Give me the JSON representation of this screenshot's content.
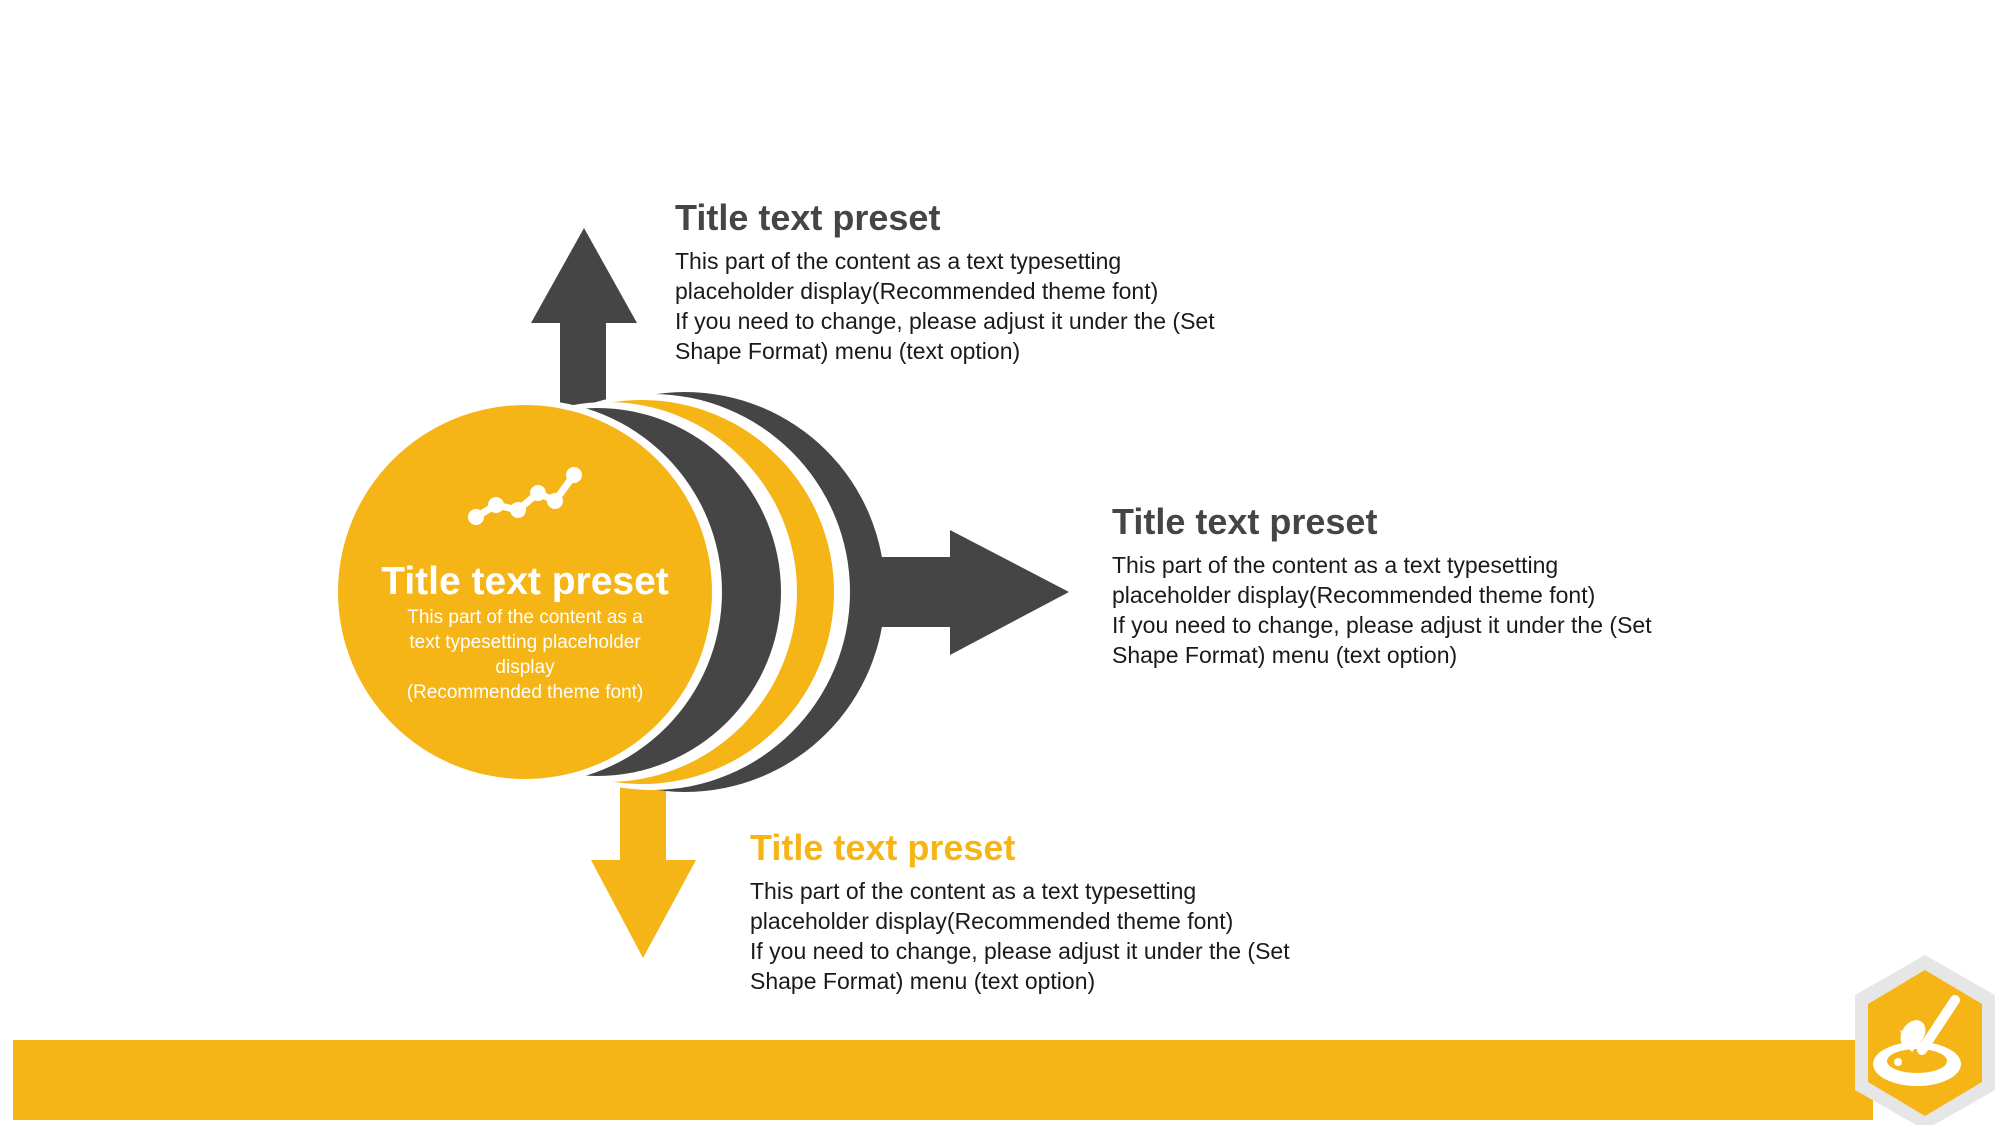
{
  "colors": {
    "accent": "#f5b517",
    "dark": "#454545",
    "body_text": "#1a1a1a",
    "background": "#ffffff"
  },
  "icons": {
    "center": "trend-line-icon",
    "logo": "honey-dipper-icon"
  },
  "center": {
    "title": "Title text preset",
    "body_lines": [
      "This part of the content as a",
      "text typesetting placeholder",
      "display",
      "(Recommended theme font)"
    ]
  },
  "callouts": [
    {
      "title": "Title text preset",
      "lines": [
        "This part of the content as a text typesetting",
        "placeholder display(Recommended theme font)",
        "If you need to change, please adjust it under the (Set",
        "Shape Format) menu (text option)"
      ]
    },
    {
      "title": "Title text preset",
      "lines": [
        "This part of the content as a text typesetting",
        "placeholder display(Recommended theme font)",
        "If you need to change, please adjust it under the (Set",
        "Shape Format) menu (text option)"
      ]
    },
    {
      "title": "Title text preset",
      "lines": [
        "This part of the content as a text typesetting",
        "placeholder display(Recommended theme font)",
        "If you need to change, please adjust it under the (Set",
        "Shape Format) menu (text option)"
      ]
    }
  ]
}
